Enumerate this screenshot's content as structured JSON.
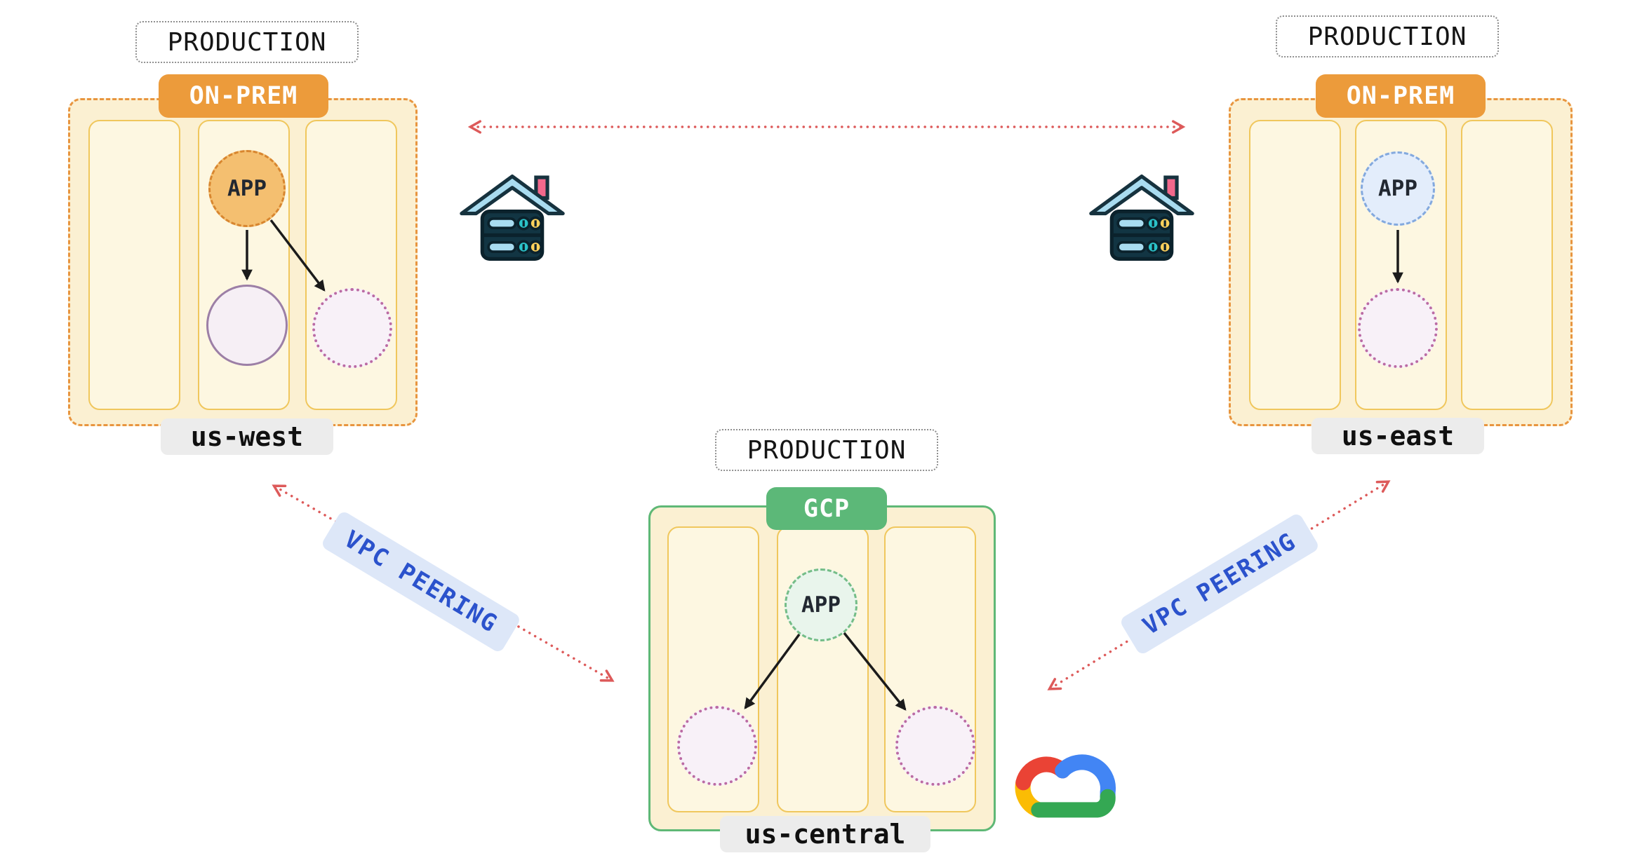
{
  "clusters": {
    "us_west": {
      "environment": "PRODUCTION",
      "platform": "ON-PREM",
      "region": "us-west",
      "app": "APP",
      "icon": "datacenter-house-icon"
    },
    "us_east": {
      "environment": "PRODUCTION",
      "platform": "ON-PREM",
      "region": "us-east",
      "app": "APP",
      "icon": "datacenter-house-icon"
    },
    "us_central": {
      "environment": "PRODUCTION",
      "platform": "GCP",
      "region": "us-central",
      "app": "APP",
      "icon": "google-cloud-icon"
    }
  },
  "connections": [
    {
      "from": "us-west",
      "to": "us-east",
      "style": "red-dotted-double-arrow"
    },
    {
      "from": "us-west",
      "to": "us-central",
      "style": "red-dotted-double-arrow",
      "label": "VPC PEERING"
    },
    {
      "from": "us-east",
      "to": "us-central",
      "style": "red-dotted-double-arrow",
      "label": "VPC PEERING"
    }
  ],
  "colors": {
    "onprem_badge": "#EC9B3B",
    "gcp_badge": "#5CB878",
    "onprem_boundary_border": "#E8953F",
    "gcp_boundary_border": "#5FB876",
    "boundary_fill": "#FBF0D2",
    "subnet_fill": "#FDF7E1",
    "subnet_border": "#F0C75D",
    "app_west_fill": "#F4BF70",
    "app_east_fill": "#E3EDFB",
    "app_central_fill": "#E9F5EC",
    "db_fill": "#F6EFF5",
    "db_dotted_border": "#BB6BA4",
    "db_solid_border": "#9C7FA6",
    "link_red": "#DD5A5A",
    "vpc_text": "#2B52CC",
    "vpc_bg": "#DDE7F8",
    "region_badge_bg": "#ECECEC"
  }
}
